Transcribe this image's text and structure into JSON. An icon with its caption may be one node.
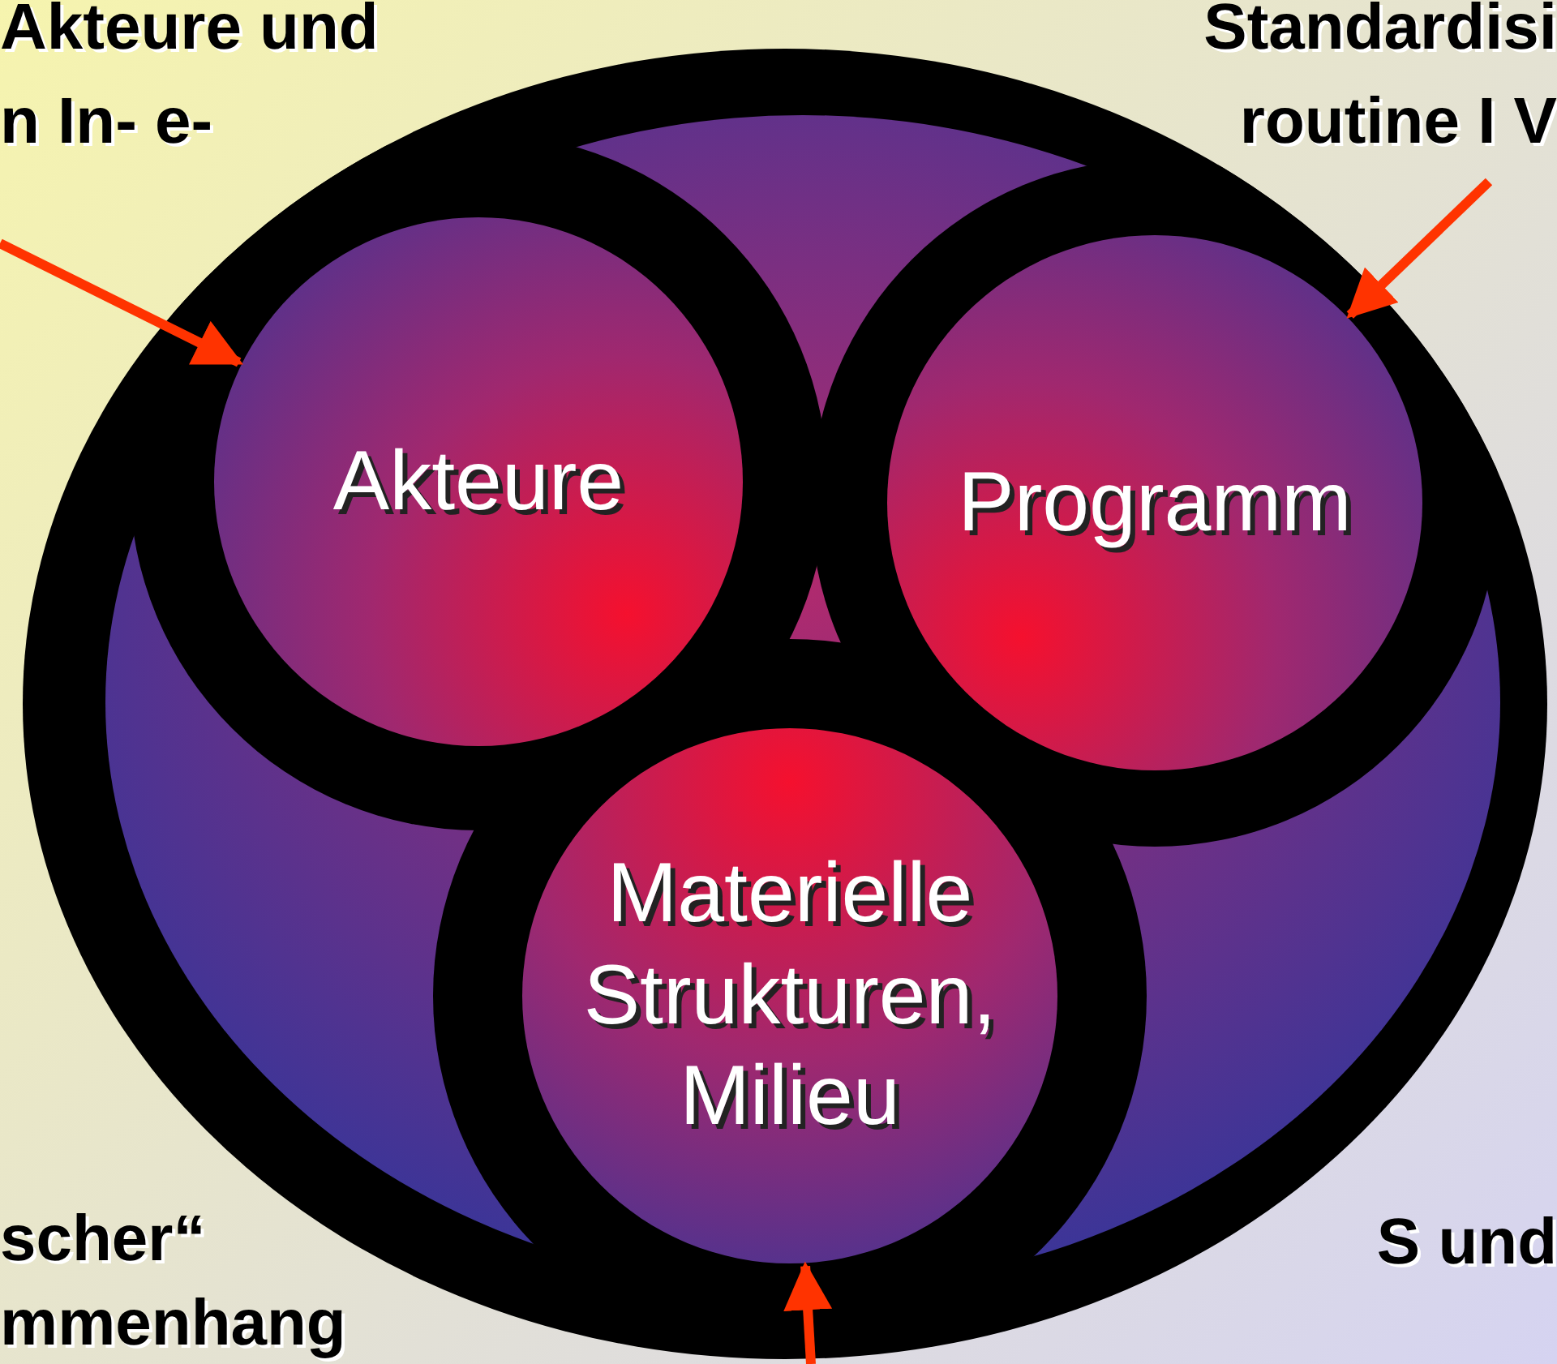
{
  "diagram": {
    "nodes": [
      {
        "text": [],
        "shape": "circle"
      },
      {
        "text": [
          "Akteure"
        ],
        "in": 0
      },
      {
        "text": [
          "Programm"
        ],
        "in": 0
      },
      {
        "text": [
          "Materielle Strukturen, Milieu"
        ],
        "in": 0
      },
      {
        "text": [
          "Akteure und n In- e-"
        ]
      },
      {
        "text": [
          "Standardisi routine I V"
        ]
      }
    ],
    "edges": [
      {
        "from": 4,
        "to": 1,
        "arrow": "to",
        "color": "#ff3300"
      },
      {
        "from": 5,
        "to": 2,
        "arrow": "to",
        "color": "#ff3300"
      },
      {
        "from": null,
        "to": 3,
        "arrow": "to",
        "color": "#ff3300"
      }
    ],
    "labels": [
      "scher“ mmenhang",
      "S und"
    ]
  }
}
